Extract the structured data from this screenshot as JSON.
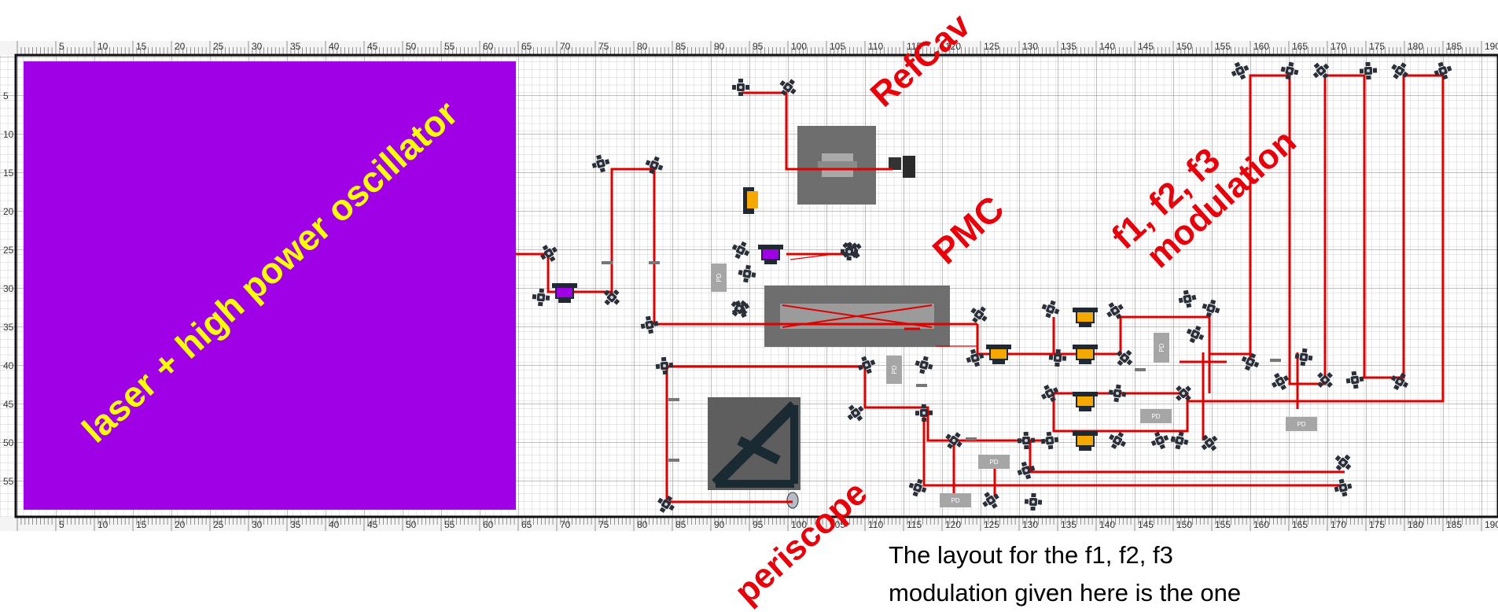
{
  "ruler": {
    "top_ticks": [
      "5",
      "10",
      "15",
      "20",
      "25",
      "30",
      "35",
      "40",
      "45",
      "50",
      "55",
      "60",
      "65",
      "70",
      "75",
      "80",
      "85",
      "90",
      "95",
      "100",
      "105",
      "110",
      "115",
      "120",
      "125",
      "130",
      "135",
      "140",
      "145",
      "150",
      "155",
      "160",
      "165",
      "170",
      "175",
      "180",
      "185",
      "190"
    ],
    "bottom_ticks": [
      "5",
      "10",
      "15",
      "20",
      "25",
      "30",
      "35",
      "40",
      "45",
      "50",
      "55",
      "60",
      "65",
      "70",
      "75",
      "80",
      "85",
      "90",
      "95",
      "100",
      "105",
      "110",
      "115",
      "120",
      "125",
      "130",
      "135",
      "140",
      "145",
      "150",
      "155",
      "160",
      "165",
      "170",
      "175",
      "180",
      "185",
      "190"
    ],
    "left_ticks": [
      "5",
      "10",
      "15",
      "20",
      "25",
      "30",
      "35",
      "40",
      "45",
      "50",
      "55"
    ]
  },
  "labels": {
    "laser": "laser + high power oscillator",
    "refcav": "RefCav",
    "pmc": "PMC",
    "modulation_line1": "f1, f2, f3",
    "modulation_line2": "modulation",
    "periscope": "periscope",
    "pd": "PD"
  },
  "note": {
    "line1": "The layout for the f1, f2, f3",
    "line2": "modulation given here is the one"
  },
  "colors": {
    "laser_block": "#a000e6",
    "beam": "#e00000",
    "annotation": "#e8000b",
    "laser_text": "#ffff00",
    "grid": "#b8b8b8",
    "cavity": "#6e6e6e",
    "photodiode": "#a6a6a6",
    "eom_active": "#f5a800",
    "eom_purple": "#a000e6"
  }
}
